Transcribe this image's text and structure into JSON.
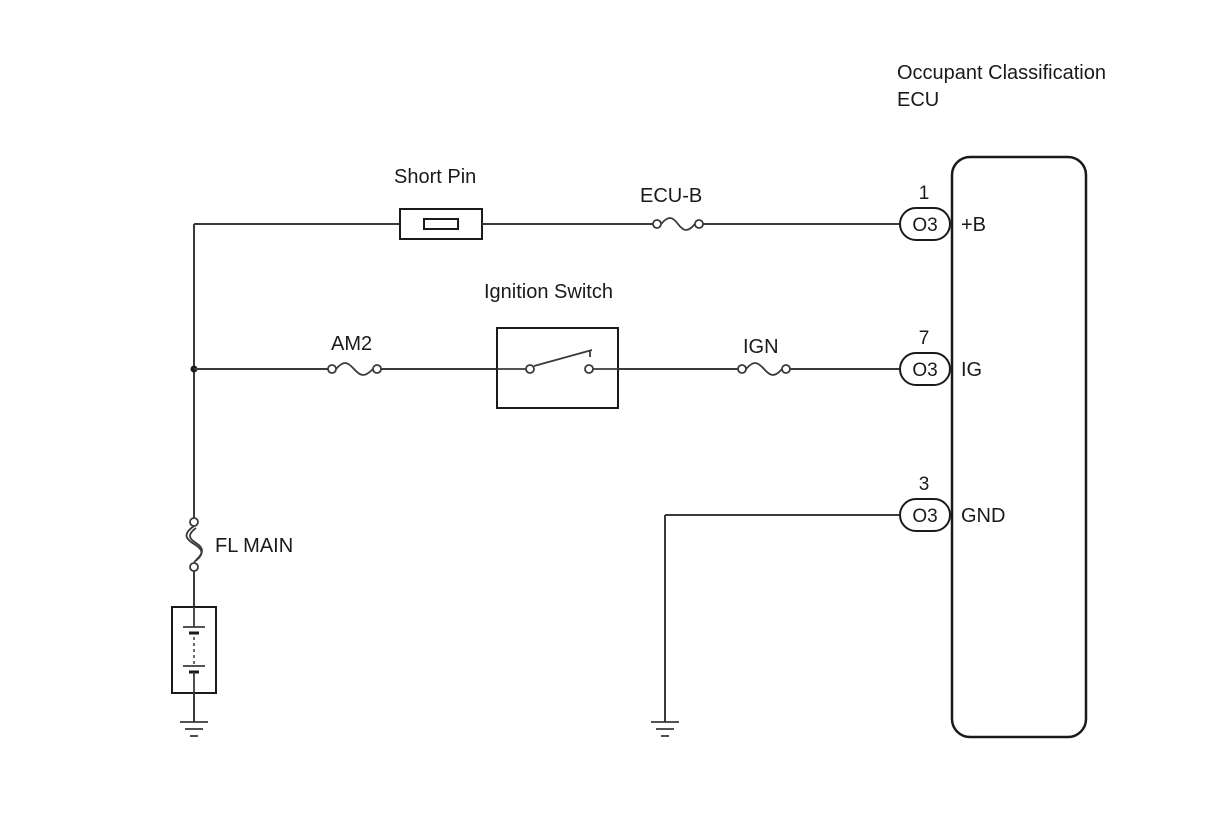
{
  "ecu": {
    "title_line1": "Occupant Classification",
    "title_line2": "ECU"
  },
  "components": {
    "short_pin": "Short Pin",
    "ecu_b_fuse": "ECU-B",
    "ignition_switch": "Ignition Switch",
    "am2_fuse": "AM2",
    "ign_fuse": "IGN",
    "fl_main_fuse": "FL MAIN"
  },
  "pins": [
    {
      "number": "1",
      "connector": "O3",
      "name": "+B"
    },
    {
      "number": "7",
      "connector": "O3",
      "name": "IG"
    },
    {
      "number": "3",
      "connector": "O3",
      "name": "GND"
    }
  ],
  "colors": {
    "line": "#3a3a3a",
    "outline": "#1a1a1a",
    "background": "#ffffff"
  }
}
